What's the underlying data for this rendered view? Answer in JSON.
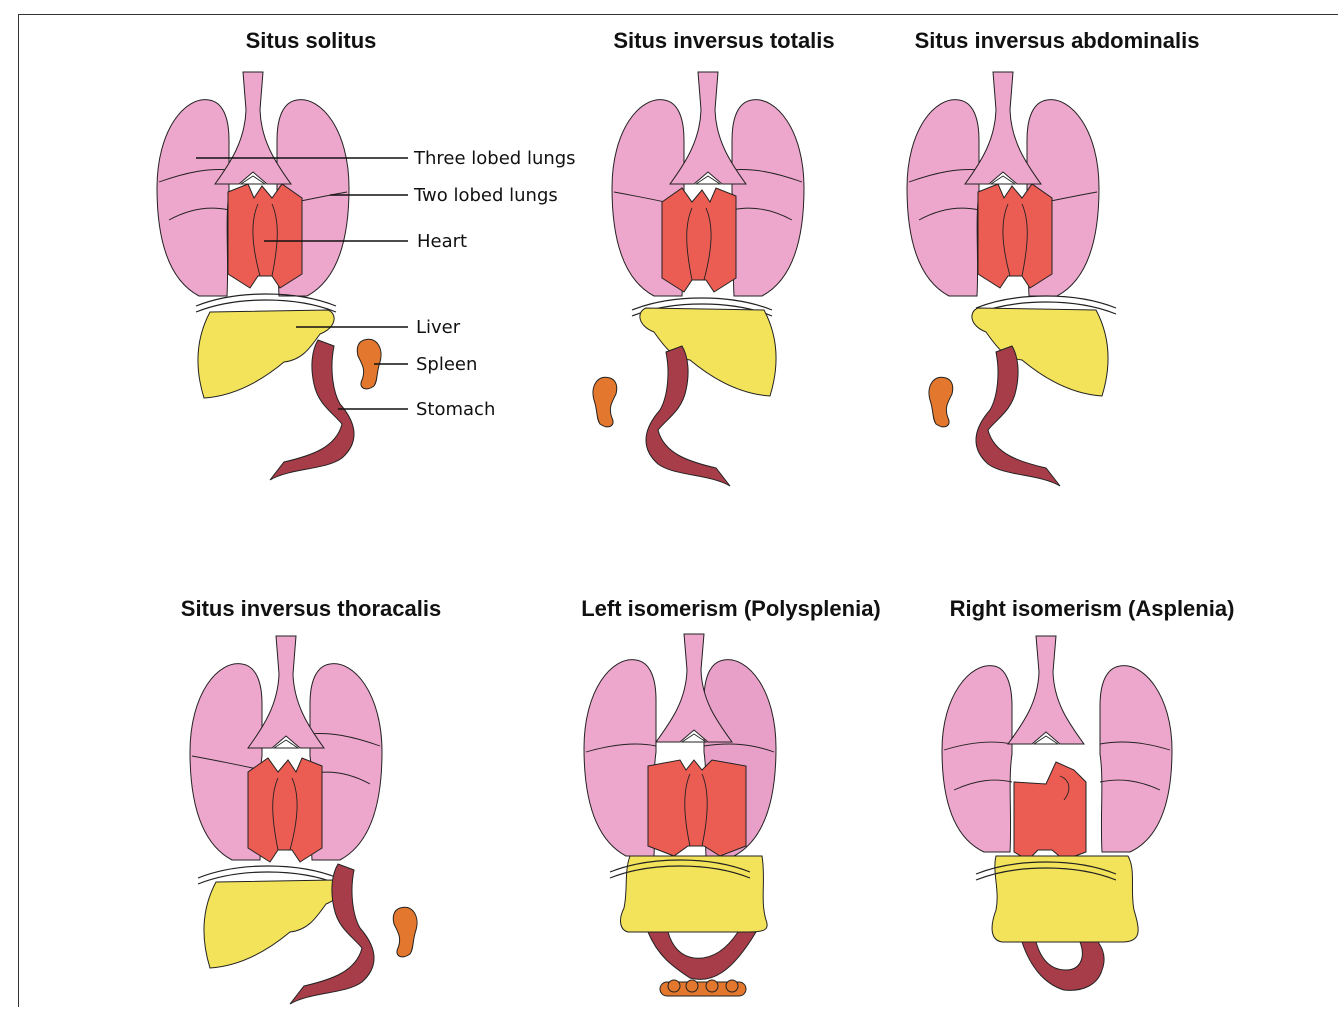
{
  "panels": [
    {
      "title": "Situs solitus"
    },
    {
      "title": "Situs inversus totalis"
    },
    {
      "title": "Situs inversus abdominalis"
    },
    {
      "title": "Situs inversus thoracalis"
    },
    {
      "title": "Left isomerism (Polysplenia)"
    },
    {
      "title": "Right isomerism (Asplenia)"
    }
  ],
  "labels": {
    "three_lobed_lungs": "Three lobed lungs",
    "two_lobed_lungs": "Two lobed lungs",
    "heart": "Heart",
    "liver": "Liver",
    "spleen": "Spleen",
    "stomach": "Stomach"
  },
  "colors": {
    "lung": "#eda6cc",
    "lung_dark": "#e695c0",
    "heart": "#eb5c53",
    "liver": "#f3e35a",
    "stomach": "#a83d4a",
    "spleen": "#e2772d"
  }
}
